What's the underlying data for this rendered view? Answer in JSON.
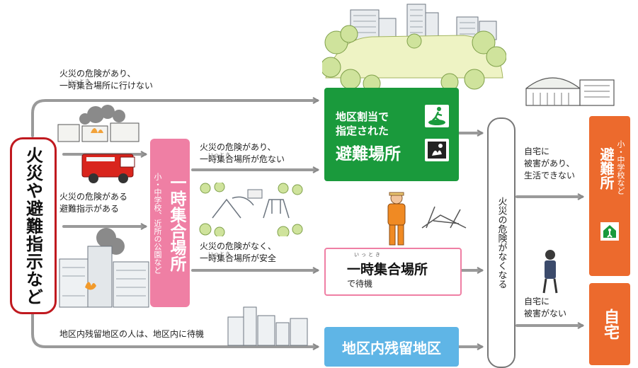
{
  "start_box": {
    "label": "火災や避難指示など",
    "border_color": "#c0191f"
  },
  "temp_site_box": {
    "label": "一時集合場所",
    "sublabel": "小・中学校、近所の公園など",
    "color": "#ef7fa4"
  },
  "captions": {
    "top": [
      "火災の危険があり、",
      "一時集合場所に行けない"
    ],
    "top_ruby": "いっとき",
    "left_mid": [
      "火災の危険がある",
      "避難指示がある"
    ],
    "mid_upper": [
      "火災の危険があり、",
      "一時集合場所が危ない"
    ],
    "mid_upper_ruby": "いっとき",
    "mid_lower": [
      "火災の危険がなく、",
      "一時集合場所が安全"
    ],
    "mid_lower_ruby": "いっとき",
    "bottom": "地区内残留地区の人は、地区内に待機",
    "right_upper": [
      "自宅に",
      "被害があり、",
      "生活できない"
    ],
    "right_lower": [
      "自宅に",
      "被害がない"
    ]
  },
  "green_box": {
    "line1": "地区割当で",
    "line2": "指定された",
    "line3": "避難場所",
    "color": "#1a9a3c"
  },
  "white_box": {
    "ruby": "いっとき",
    "line1": "一時集合場所",
    "line2": "で待機"
  },
  "blue_box": {
    "label": "地区内残留地区",
    "color": "#5fb5e6"
  },
  "pill": {
    "label": "火災の危険がなくなる"
  },
  "orange_upper": {
    "label": "避難所",
    "sublabel": "小・中学校など",
    "color": "#ec6a2d"
  },
  "orange_lower": {
    "label": "自宅",
    "color": "#ec6a2d"
  },
  "icons": [
    "evacuation-site-icon",
    "fire-escape-icon",
    "shelter-icon"
  ]
}
